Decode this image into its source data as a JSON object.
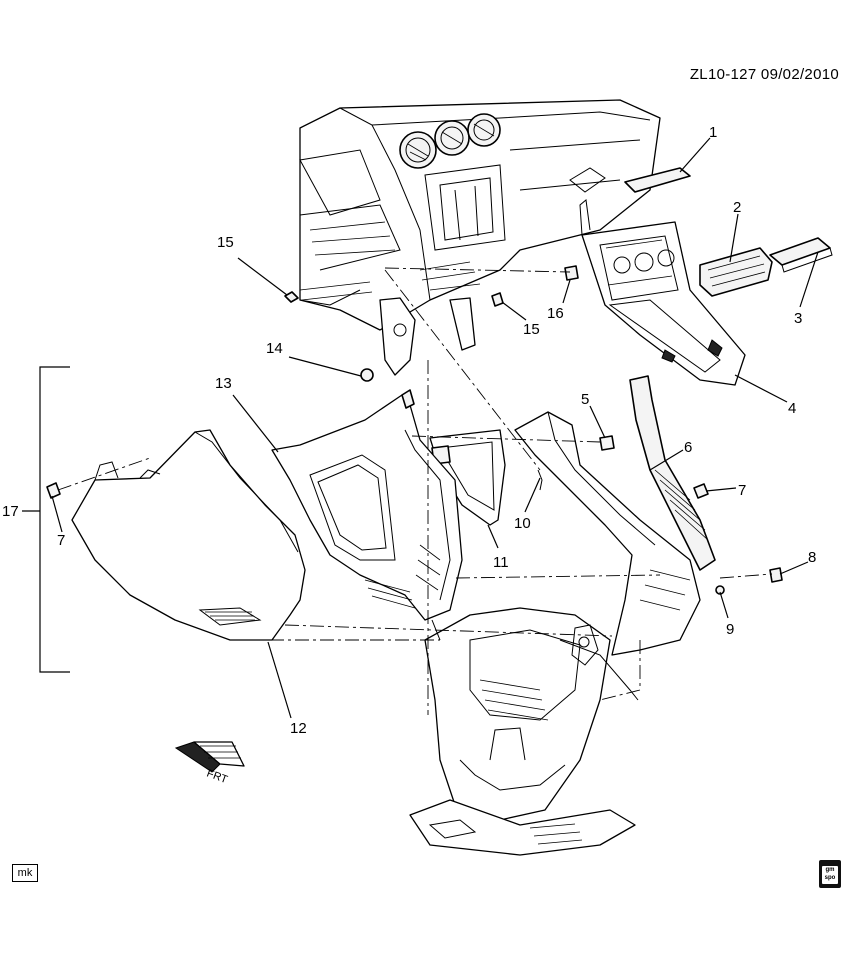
{
  "document": {
    "id": "ZL10-127 09/02/2010"
  },
  "callouts": [
    "1",
    "2",
    "3",
    "4",
    "5",
    "6",
    "7",
    "7",
    "8",
    "9",
    "10",
    "11",
    "12",
    "13",
    "14",
    "15",
    "15",
    "16",
    "17"
  ],
  "badges": {
    "author": "mk",
    "logo_text": "gm spo"
  },
  "front_arrow": {
    "label": "FRT"
  }
}
